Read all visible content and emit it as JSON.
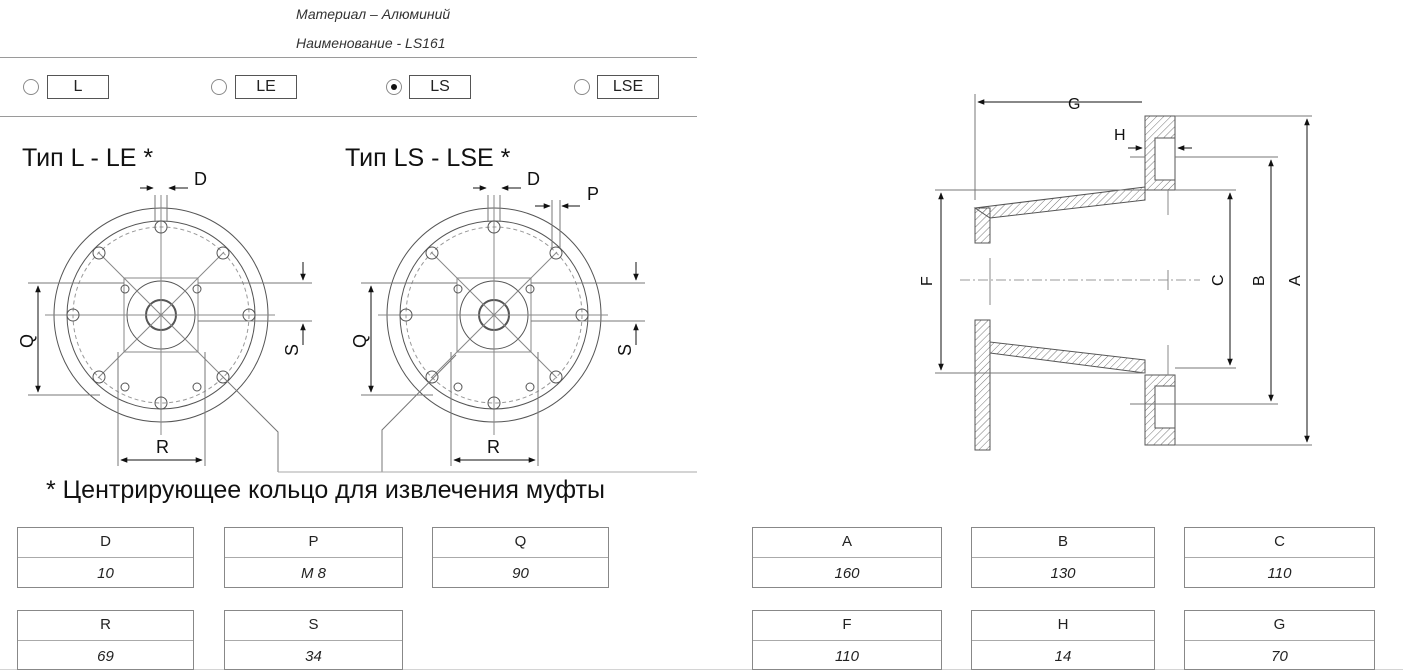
{
  "header": {
    "material": "Материал – Алюминий",
    "name": "Наименование - LS161"
  },
  "options": [
    {
      "label": "L",
      "selected": false
    },
    {
      "label": "LE",
      "selected": false
    },
    {
      "label": "LS",
      "selected": true
    },
    {
      "label": "LSE",
      "selected": false
    }
  ],
  "diagram": {
    "type_left": "Тип L - LE *",
    "type_right": "Тип LS - LSE *",
    "note": "* Центрирующее кольцо для извлечения муфты",
    "labels": {
      "D": "D",
      "P": "P",
      "Q": "Q",
      "S": "S",
      "R": "R",
      "G": "G",
      "H": "H",
      "F": "F",
      "C": "C",
      "B": "B",
      "A": "A"
    }
  },
  "dimensions": [
    {
      "key": "D",
      "value": "10"
    },
    {
      "key": "P",
      "value": "M 8"
    },
    {
      "key": "Q",
      "value": "90"
    },
    {
      "key": "R",
      "value": "69"
    },
    {
      "key": "S",
      "value": "34"
    },
    {
      "key": "A",
      "value": "160"
    },
    {
      "key": "B",
      "value": "130"
    },
    {
      "key": "C",
      "value": "110"
    },
    {
      "key": "F",
      "value": "110"
    },
    {
      "key": "H",
      "value": "14"
    },
    {
      "key": "G",
      "value": "70"
    }
  ]
}
